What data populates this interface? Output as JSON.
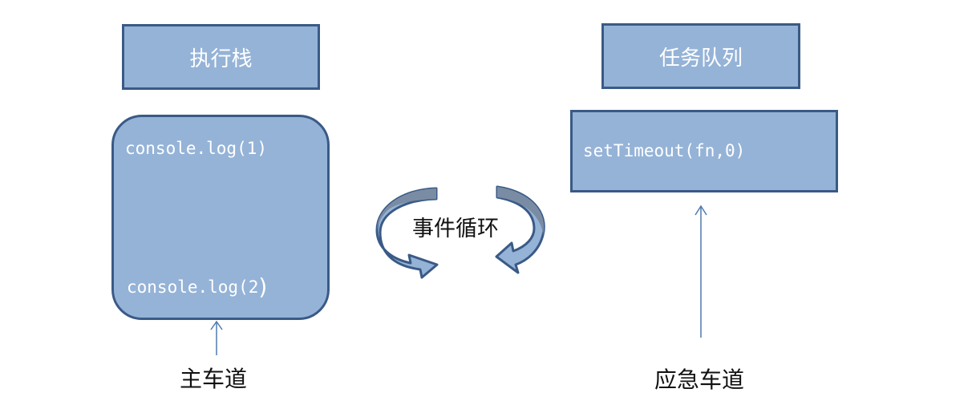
{
  "execution_stack": {
    "title": "执行栈",
    "line1": "console.log(1)",
    "line2": "console.log(2",
    "line2_paren": ")"
  },
  "task_queue": {
    "title": "任务队列",
    "item": "setTimeout(fn,0)"
  },
  "event_loop": {
    "label": "事件循环"
  },
  "lanes": {
    "main": "主车道",
    "emergency": "应急车道"
  },
  "colors": {
    "box_fill": "#95b3d7",
    "box_border": "#3a5a86",
    "arrow_fill": "#95b3d7",
    "arrow_dark": "#7a8ca3",
    "line_arrow": "#4f7ab0"
  }
}
